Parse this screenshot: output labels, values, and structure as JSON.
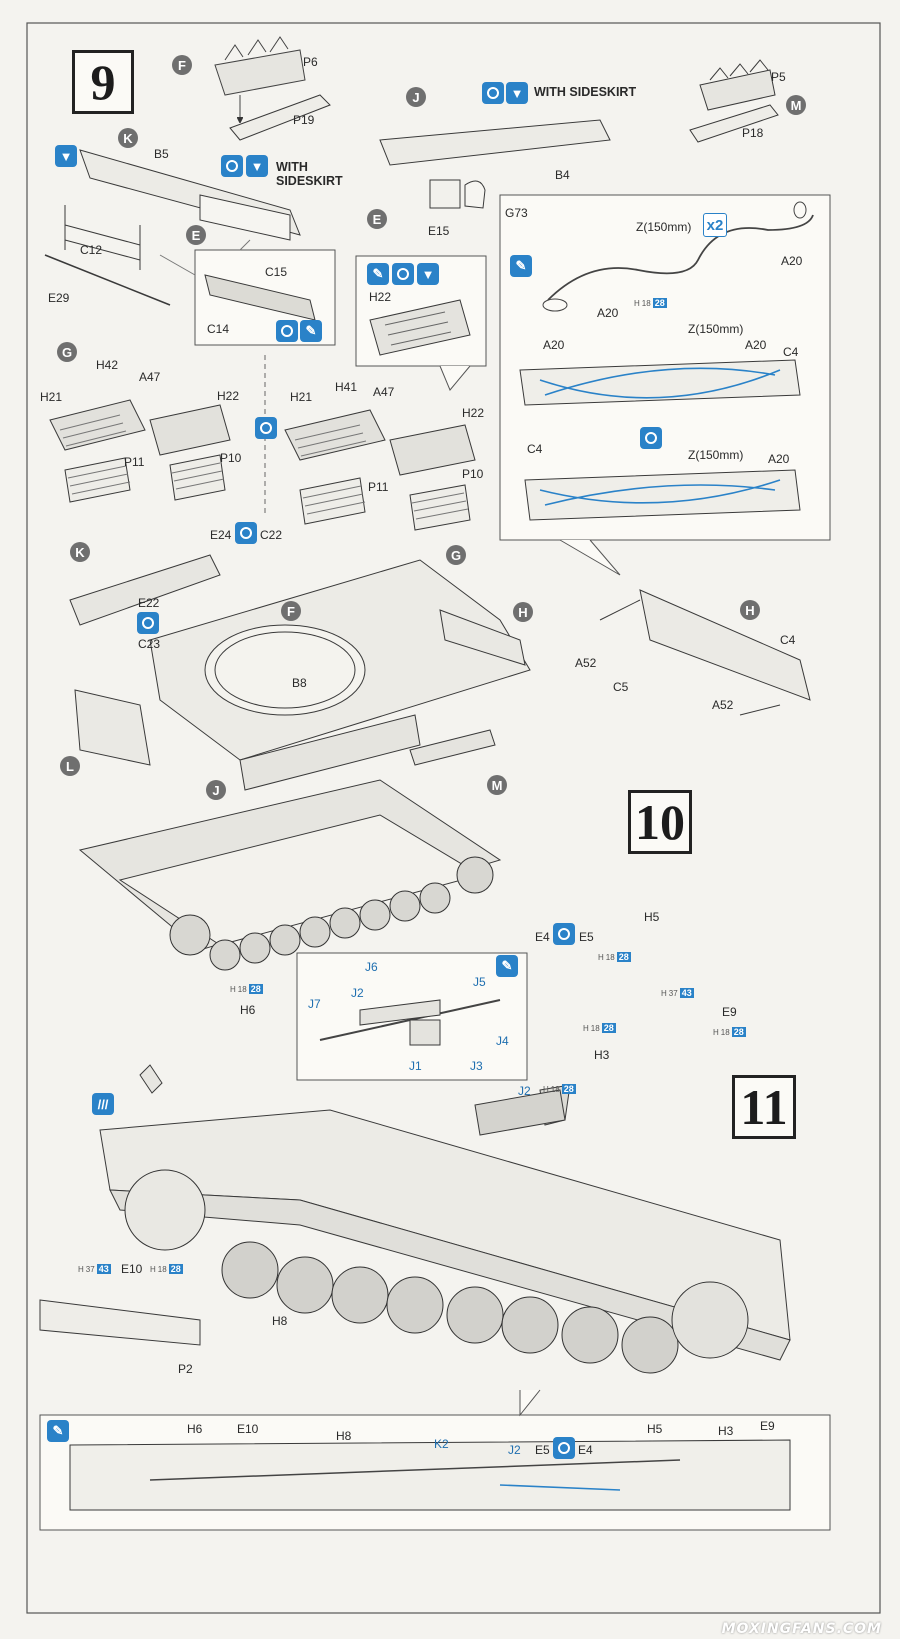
{
  "steps": {
    "s9": "9",
    "s10": "10",
    "s11": "11"
  },
  "subassemblies": {
    "F": "F",
    "J": "J",
    "M": "M",
    "K": "K",
    "E": "E",
    "G": "G",
    "H": "H",
    "L": "L"
  },
  "notes": {
    "with_sideskirt": "WITH\nSIDESKIRT",
    "with_sideskirt_line": "WITH SIDESKIRT",
    "multiplier": "x2"
  },
  "parts": {
    "P6": "P6",
    "P19": "P19",
    "P5": "P5",
    "P18": "P18",
    "B5": "B5",
    "B4": "B4",
    "C12": "C12",
    "E29": "E29",
    "C15": "C15",
    "C14": "C14",
    "E15": "E15",
    "G73": "G73",
    "H22": "H22",
    "H42": "H42",
    "A47": "A47",
    "H21": "H21",
    "P11": "P11",
    "P10": "P10",
    "H41": "H41",
    "Z150": "Z(150mm)",
    "A20": "A20",
    "C4": "C4",
    "E24": "E24",
    "C22": "C22",
    "E22": "E22",
    "C23": "C23",
    "B8": "B8",
    "A52": "A52",
    "C5": "C5",
    "E4": "E4",
    "E5": "E5",
    "H5": "H5",
    "E9": "E9",
    "H3": "H3",
    "H6": "H6",
    "J6": "J6",
    "J5": "J5",
    "J7": "J7",
    "J2": "J2",
    "J4": "J4",
    "J1": "J1",
    "J3": "J3",
    "H8": "H8",
    "E10": "E10",
    "P2": "P2",
    "K2": "K2"
  },
  "paint_codes": {
    "H": "H",
    "c18": "18",
    "c28": "28",
    "c37": "37",
    "c43": "43"
  },
  "watermark": "MOXINGFANS.COM"
}
